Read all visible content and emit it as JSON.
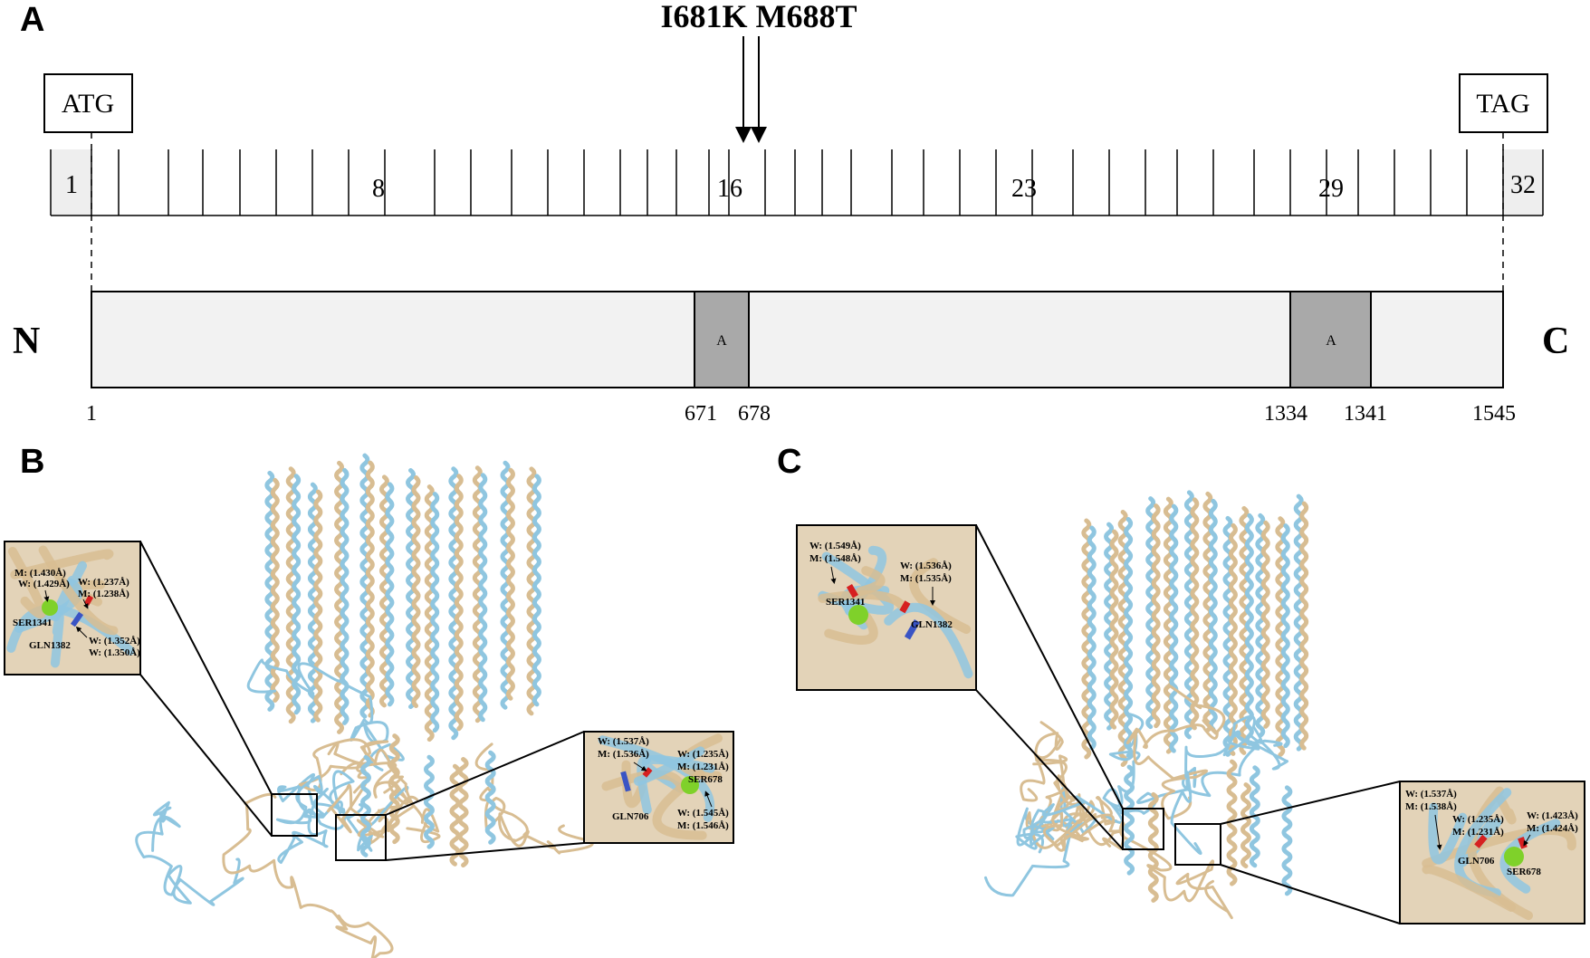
{
  "colors": {
    "wild_type": "#8fc6e0",
    "mutant": "#d8bd92",
    "domain": "#a9a9a9",
    "protein_bar": "#f2f2f2",
    "ion": "#7fd12a"
  },
  "panel_a": {
    "label": "A",
    "mutation_label": "I681K M688T",
    "start_codon": "ATG",
    "stop_codon": "TAG",
    "exon_numbers": [
      "1",
      "8",
      "16",
      "23",
      "29",
      "32"
    ],
    "n_terminus": "N",
    "c_terminus": "C",
    "domain_label": "A",
    "positions": [
      "1",
      "671",
      "678",
      "1334",
      "1341",
      "1545"
    ]
  },
  "panel_b": {
    "label": "B",
    "inset_left": {
      "lines": [
        "M: (1.430Å)",
        "W: (1.429Å)",
        "W: (1.237Å)",
        "M: (1.238Å)",
        "W: (1.352Å)",
        "W: (1.350Å)"
      ],
      "residues": [
        "SER1341",
        "GLN1382"
      ]
    },
    "inset_right": {
      "lines": [
        "W: (1.537Å)",
        "M: (1.536Å)",
        "W: (1.235Å)",
        "M: (1.231Å)",
        "W: (1.545Å)",
        "M: (1.546Å)"
      ],
      "residues": [
        "SER678",
        "GLN706"
      ]
    }
  },
  "panel_c": {
    "label": "C",
    "inset_left": {
      "lines": [
        "W: (1.549Å)",
        "M: (1.548Å)",
        "W: (1.536Å)",
        "M: (1.535Å)"
      ],
      "residues": [
        "SER1341",
        "GLN1382"
      ]
    },
    "inset_right": {
      "lines": [
        "W: (1.537Å)",
        "M: (1.538Å)",
        "W: (1.235Å)",
        "M: (1.231Å)",
        "W: (1.423Å)",
        "M: (1.424Å)"
      ],
      "residues": [
        "GLN706",
        "SER678"
      ]
    }
  }
}
